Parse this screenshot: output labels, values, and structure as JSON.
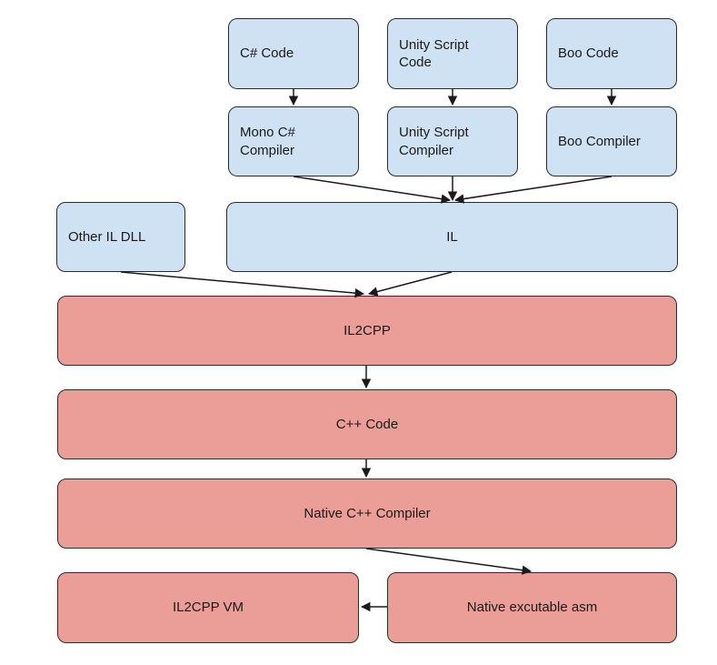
{
  "nodes": {
    "csharp_code": "C# Code",
    "unityscript_code": "Unity Script\nCode",
    "boo_code": "Boo Code",
    "mono_compiler": "Mono C#\nCompiler",
    "unityscript_compiler": "Unity Script\nCompiler",
    "boo_compiler": "Boo Compiler",
    "other_il_dll": "Other IL DLL",
    "il": "IL",
    "il2cpp": "IL2CPP",
    "cpp_code": "C++ Code",
    "native_cpp_compiler": "Native C++ Compiler",
    "il2cpp_vm": "IL2CPP VM",
    "native_executable": "Native excutable asm"
  },
  "colors": {
    "managed_stage": "#cfe2f3",
    "native_stage": "#ea9e97",
    "border": "#2b2b2b"
  }
}
